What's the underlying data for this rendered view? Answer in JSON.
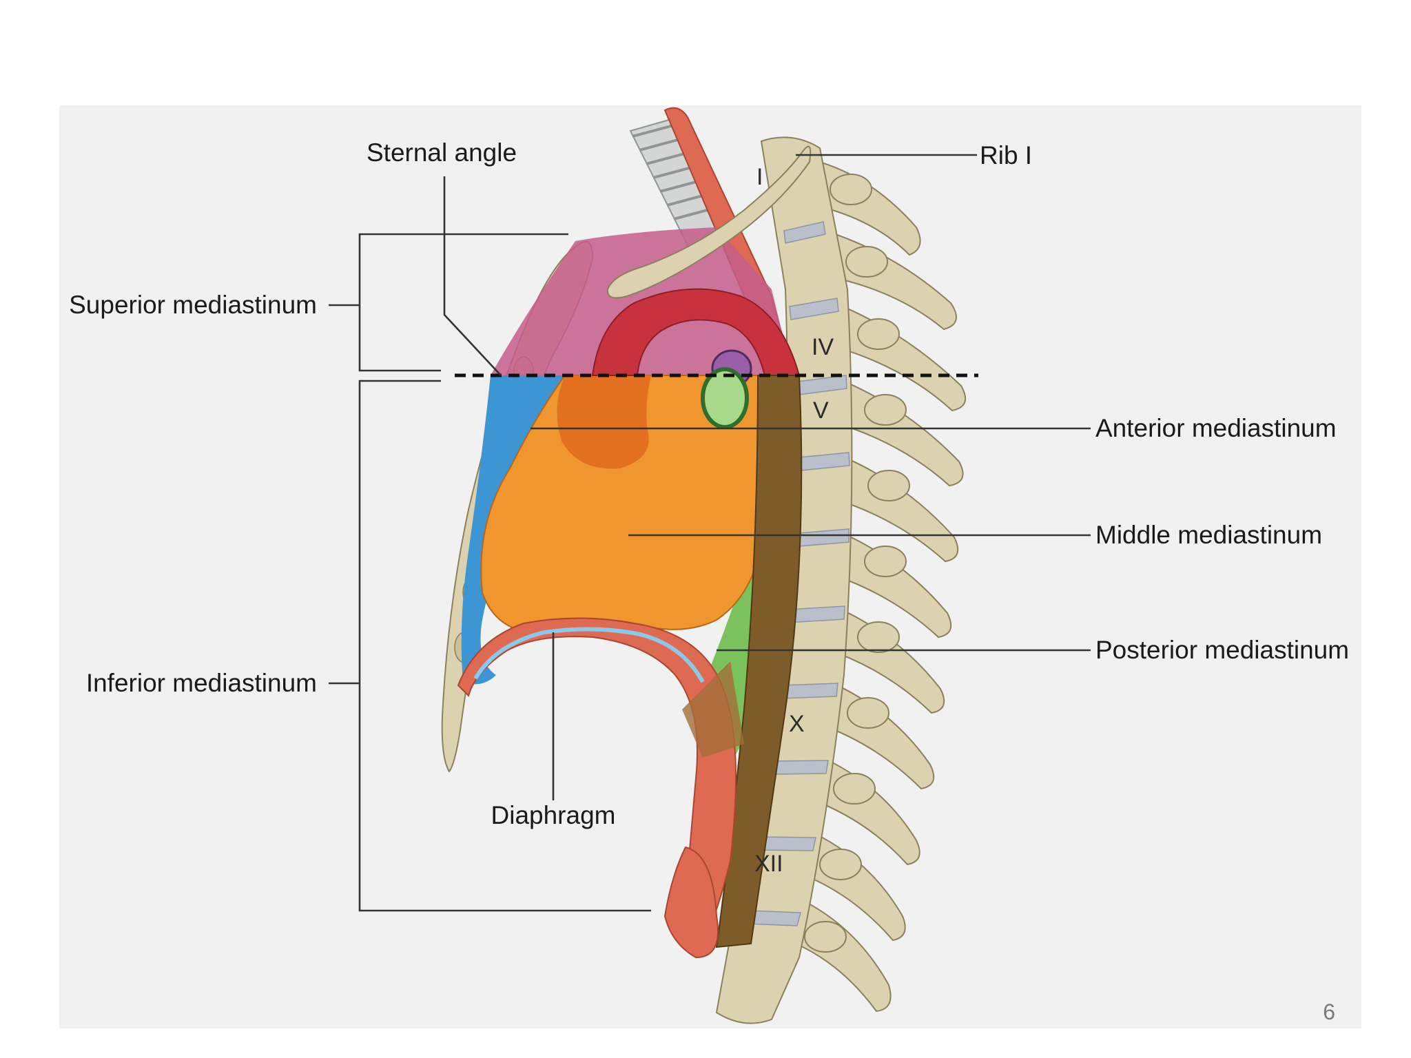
{
  "colors": {
    "background": "#f1f1f1",
    "bone": "#ddd2b0",
    "bone_outline": "#8c7f5c",
    "disc": "#b9c0cc",
    "superior": "#c65d8c",
    "anterior": "#3d96d3",
    "middle": "#f0962e",
    "posterior": "#7cc25c",
    "aorta": "#c8323c",
    "esophagus": "#7e5c2a",
    "muscle": "#de6a52",
    "trachea": "#d4d6d6"
  },
  "labels": {
    "sternal_angle": "Sternal angle",
    "rib_i": "Rib I",
    "superior_mediastinum": "Superior mediastinum",
    "inferior_mediastinum": "Inferior mediastinum",
    "anterior_mediastinum": "Anterior mediastinum",
    "middle_mediastinum": "Middle mediastinum",
    "posterior_mediastinum": "Posterior mediastinum",
    "diaphragm": "Diaphragm"
  },
  "vertebra_labels": {
    "i": "I",
    "iv": "IV",
    "v": "V",
    "x": "X",
    "xii": "XII"
  },
  "slide_number": "6"
}
